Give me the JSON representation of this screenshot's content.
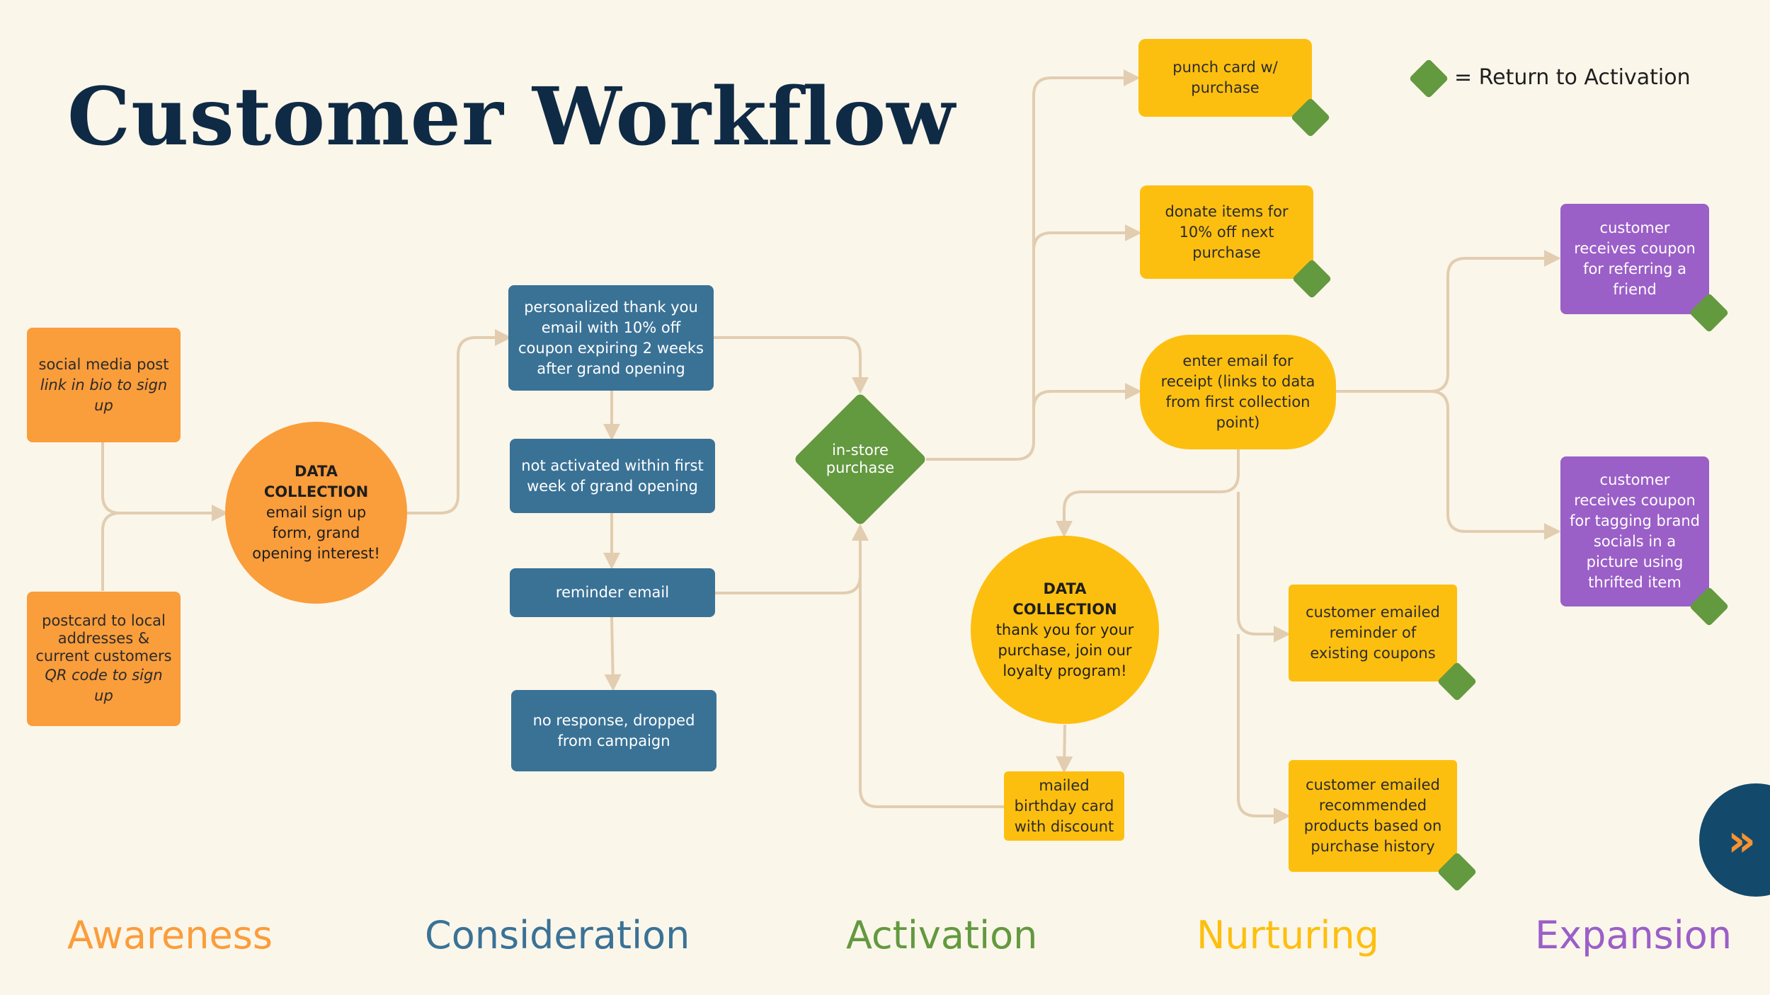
{
  "title": "Customer Workflow",
  "legend": {
    "text": "= Return to Activation",
    "icon": "green-diamond"
  },
  "colors": {
    "awareness": "#fa9d3b",
    "consideration": "#3a7296",
    "activation": "#63993f",
    "nurturing": "#fdbf0f",
    "expansion": "#9b5fc8",
    "connector": "#e2cdb0",
    "background": "#fbf6ea",
    "title": "#0f2a44"
  },
  "awareness": {
    "social": {
      "line1": "social media post",
      "line2": "link in bio to sign up"
    },
    "postcard": {
      "line1": "postcard to local addresses & current customers",
      "line2": "QR code to sign up"
    },
    "data_collection": {
      "heading": "DATA COLLECTION",
      "body": "email sign up form, grand opening interest!"
    }
  },
  "consideration": {
    "thank_you": "personalized thank you email with 10% off coupon expiring 2 weeks after grand opening",
    "not_activated": "not activated within first week of grand opening",
    "reminder": "reminder email",
    "no_response": "no response, dropped from campaign"
  },
  "activation": {
    "decision": {
      "line1": "in-store",
      "line2": "purchase"
    }
  },
  "nurturing": {
    "punch_card": "punch card w/ purchase",
    "donate": "donate items for 10% off next purchase",
    "receipt": "enter email for receipt (links to data from first collection point)",
    "data_collection": {
      "heading": "DATA COLLECTION",
      "body": "thank you for your purchase, join our loyalty program!"
    },
    "birthday": "mailed birthday card with discount",
    "coupons_reminder": "customer emailed reminder of existing coupons",
    "recommended": "customer emailed recommended products based on purchase history"
  },
  "expansion": {
    "referral": "customer receives coupon for referring a friend",
    "tagging": "customer receives coupon for tagging brand socials in a picture using thrifted item"
  },
  "stages": [
    "Awareness",
    "Consideration",
    "Activation",
    "Nurturing",
    "Expansion"
  ],
  "next_button": {
    "icon": "double-chevron-right-icon",
    "glyph": "»"
  }
}
